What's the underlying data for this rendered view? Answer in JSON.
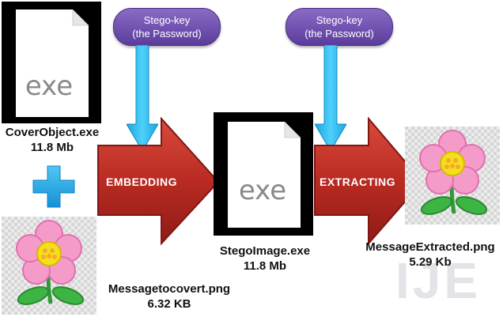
{
  "stego_key_left": {
    "line1": "Stego-key",
    "line2": "(the Password)"
  },
  "stego_key_right": {
    "line1": "Stego-key",
    "line2": "(the Password)"
  },
  "cover_object": {
    "icon_text": "exe",
    "name": "CoverObject.exe",
    "size": "11.8 Mb"
  },
  "message": {
    "name": "Messagetocovert.png",
    "size": "6.32 KB"
  },
  "embedding_label": "EMBEDDING",
  "extracting_label": "EXTRACTING",
  "stego_image": {
    "icon_text": "exe",
    "name": "StegoImage.exe",
    "size": "11.8 Mb"
  },
  "message_extracted": {
    "name": "MessageExtracted.png",
    "size": "5.29 Kb"
  },
  "watermark": "IJE",
  "colors": {
    "pill": "#6a4bb0",
    "blue_arrow": "#19b4ee",
    "red_arrow": "#c0302a",
    "plus": "#1ea6e6",
    "petal": "#f49bc9",
    "flower_center": "#f2e020",
    "leaf": "#2fa83a"
  }
}
